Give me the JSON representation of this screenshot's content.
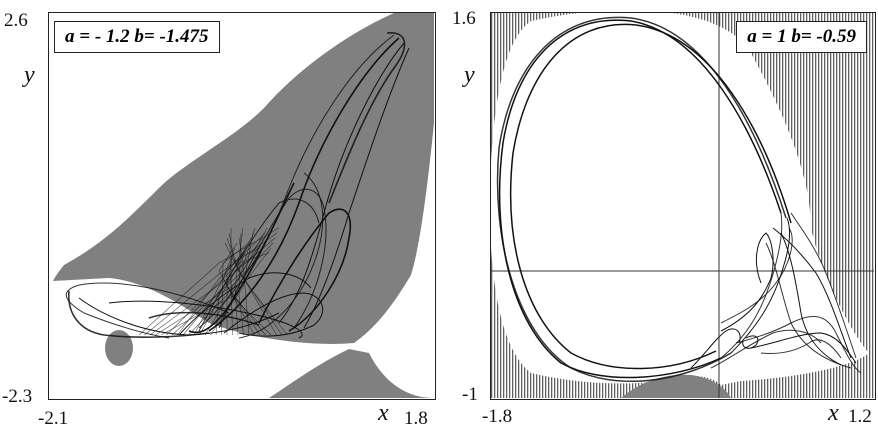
{
  "left_plot": {
    "params": "a = - 1.2   b= -1.475",
    "y_max_label": "2.6",
    "y_min_label": "-2.3",
    "x_min_label": "-2.1",
    "x_max_label": "1.8",
    "x_axis_name": "x",
    "y_axis_name": "y",
    "background_color": "#808080",
    "region_color": "#ffffff",
    "trajectory_color": "#111111"
  },
  "right_plot": {
    "params": "a = 1   b= -0.59",
    "y_max_label": "1.6",
    "y_min_label": "-1",
    "x_min_label": "-1.8",
    "x_max_label": "1.2",
    "x_axis_name": "x",
    "y_axis_name": "y",
    "background_pattern": "vertical-hatching",
    "trajectory_color": "#111111"
  }
}
